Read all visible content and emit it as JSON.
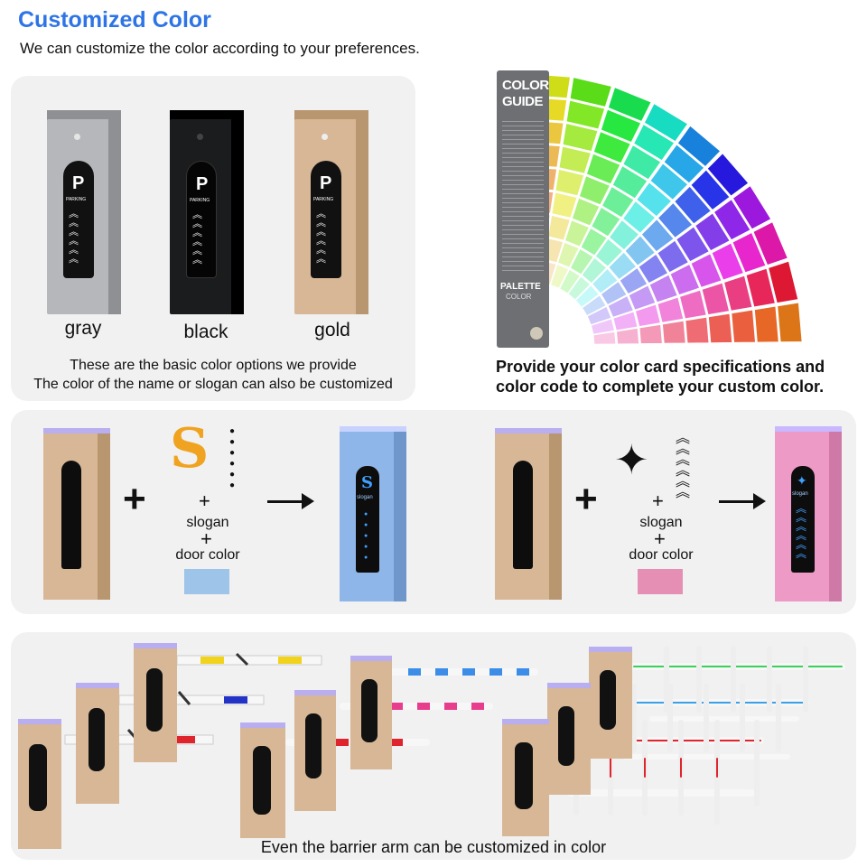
{
  "header": {
    "title": "Customized Color",
    "subtitle": "We can customize the color according to your preferences."
  },
  "basic_colors": {
    "options": [
      {
        "label": "gray",
        "body": "#b5b7ba",
        "shade": "#8e9094"
      },
      {
        "label": "black",
        "body": "#1b1c1e",
        "shade": "#000000"
      },
      {
        "label": "gold",
        "body": "#d7b795",
        "shade": "#b8966f"
      }
    ],
    "panel_text": "PARKING",
    "caption_line1": "These are the basic color options we provide",
    "caption_line2": "The color of the name or slogan can also be customized"
  },
  "color_guide": {
    "book_title_line1": "COLOR",
    "book_title_line2": "GUIDE",
    "book_footer_line1": "PALETTE",
    "book_footer_line2": "COLOR",
    "caption_line1": "Provide your color card specifications and",
    "caption_line2": "color code to complete your custom color."
  },
  "custom_examples": [
    {
      "logo_glyph": "S",
      "slogan_label": "slogan",
      "door_color_label": "door color",
      "plus_small": "+",
      "plus_big": "+",
      "swatch_color": "#9ec4ea",
      "result_body": "#8fb6e8",
      "result_text": "slogan",
      "result_glow": "#3fa0ff"
    },
    {
      "logo_glyph": "✦",
      "slogan_label": "slogan",
      "door_color_label": "door color",
      "plus_small": "+",
      "plus_big": "+",
      "swatch_color": "#e68fb5",
      "result_body": "#ee9ac6",
      "result_text": "slogan",
      "result_glow": "#3fa0ff"
    }
  ],
  "barrier_arms": {
    "caption": "Even the barrier arm can be customized in color",
    "stripe_colors": [
      "#f2d31b",
      "#2433c7",
      "#e0242d",
      "#3b8de8",
      "#e83d8d",
      "#e0242d",
      "#39d15a",
      "#3aa0e8",
      "#e0242d"
    ]
  }
}
